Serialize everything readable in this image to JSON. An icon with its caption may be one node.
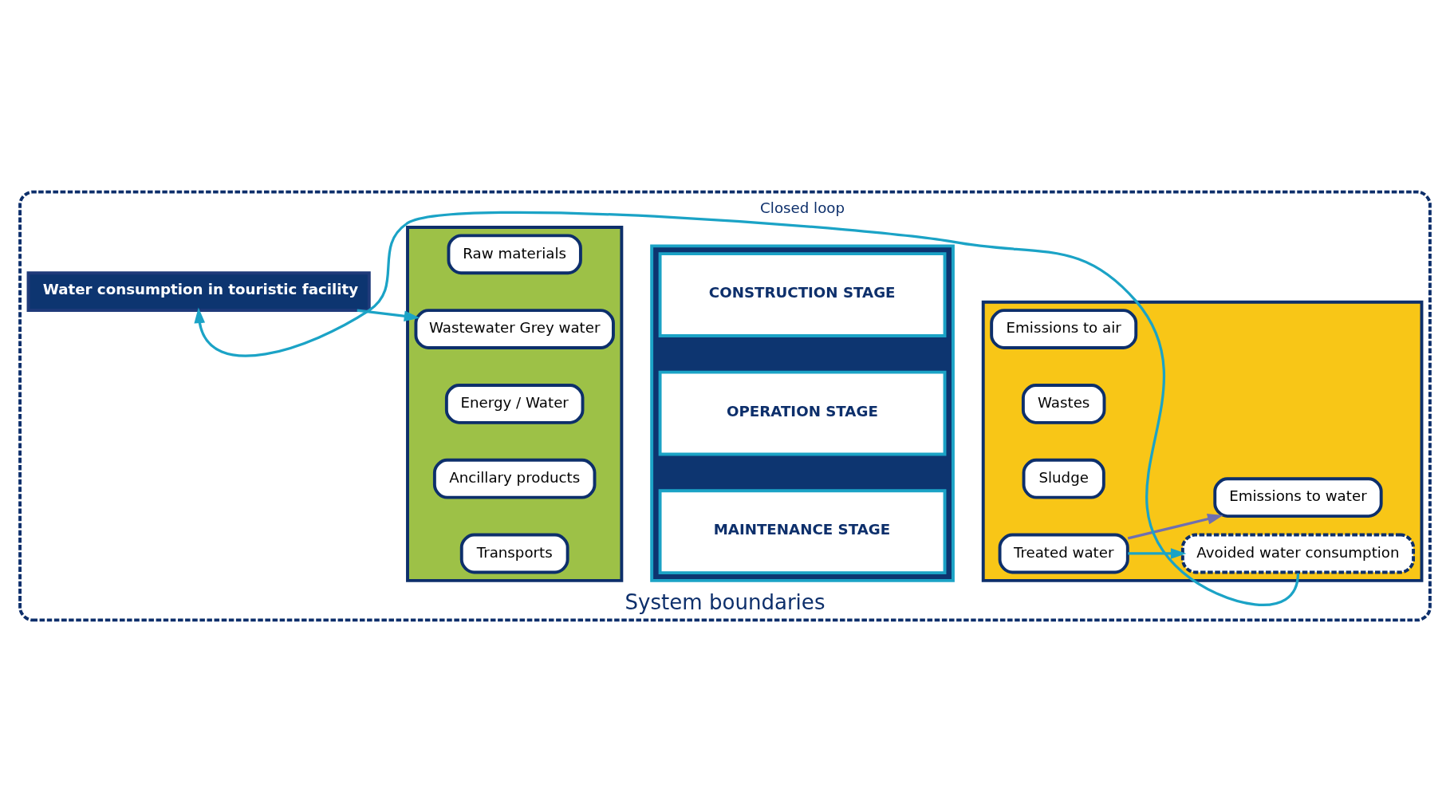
{
  "diagram": {
    "nodes": [
      {
        "text": [
          "System boundaries"
        ]
      },
      {
        "text": [
          "Water consumption in touristic facility"
        ],
        "in": 0
      },
      {
        "text": [],
        "shape": "box",
        "in": 0
      },
      {
        "text": [
          "Raw materials"
        ],
        "in": 2
      },
      {
        "text": [
          "Wastewater Grey water"
        ],
        "in": 2
      },
      {
        "text": [
          "Energy / Water"
        ],
        "in": 2
      },
      {
        "text": [
          "Ancillary products"
        ],
        "in": 2
      },
      {
        "text": [
          "Transports"
        ],
        "in": 2
      },
      {
        "text": [],
        "shape": "box",
        "in": 0
      },
      {
        "text": [
          "CONSTRUCTION STAGE"
        ],
        "in": 8
      },
      {
        "text": [
          "OPERATION STAGE"
        ],
        "in": 8
      },
      {
        "text": [
          "MAINTENANCE STAGE"
        ],
        "in": 8
      },
      {
        "text": [],
        "shape": "box",
        "in": 0
      },
      {
        "text": [
          "Emissions to air"
        ],
        "in": 12
      },
      {
        "text": [
          "Wastes"
        ],
        "in": 12
      },
      {
        "text": [
          "Sludge"
        ],
        "in": 12
      },
      {
        "text": [
          "Treated water"
        ],
        "in": 12
      },
      {
        "text": [
          "Emissions to water"
        ],
        "in": 12
      },
      {
        "text": [
          "Avoided water consumption"
        ],
        "in": 12
      }
    ],
    "edges": [
      {
        "from": 1,
        "to": 4,
        "arrow": "to"
      },
      {
        "from": 16,
        "to": 17,
        "arrow": "to",
        "color": "#6f6fb0"
      },
      {
        "from": 16,
        "to": 18,
        "arrow": "to"
      },
      {
        "from": 18,
        "to": 1,
        "arrow": "to",
        "label": "Closed loop"
      }
    ]
  }
}
